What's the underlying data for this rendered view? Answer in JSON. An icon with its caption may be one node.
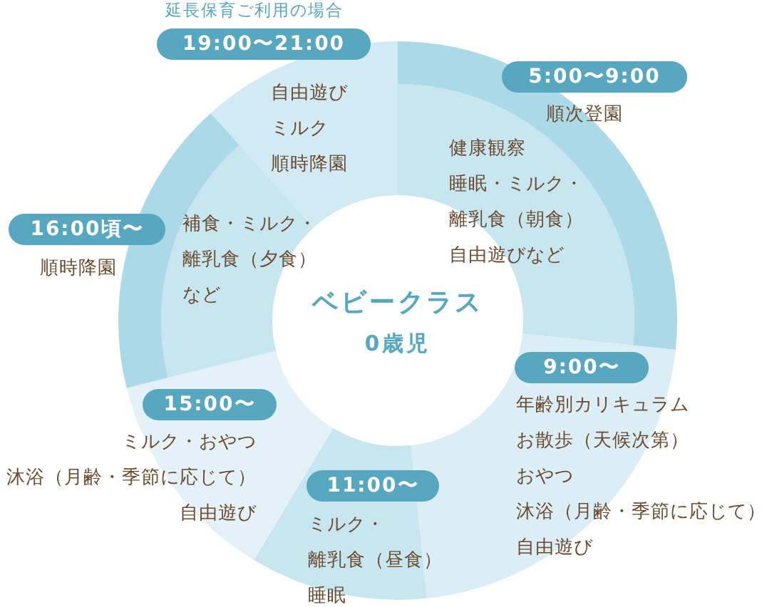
{
  "diagram": {
    "nodes": [
      {
        "text": [
          "19:00〜21:00"
        ],
        "beside": [
          "自由遊び",
          "ミルク",
          "順時降園"
        ]
      },
      {
        "text": [
          "5:00〜9:00"
        ],
        "beside": [
          "順次登園",
          "健康観察",
          "睡眠・ミルク・",
          "離乳食（朝食）",
          "自由遊びなど"
        ]
      },
      {
        "text": [
          "16:00頃〜"
        ],
        "beside": [
          "順時降園",
          "補食・ミルク・",
          "離乳食（夕食）",
          "など"
        ]
      },
      {
        "text": [
          "ベビークラス",
          "0歳児"
        ]
      },
      {
        "text": [
          "9:00〜"
        ],
        "beside": [
          "年齢別カリキュラム",
          "お散歩（天候次第）",
          "おやつ",
          "沐浴（月齢・季節に応じて）",
          "自由遊び"
        ]
      },
      {
        "text": [
          "15:00〜"
        ],
        "beside": [
          "ミルク・おやつ",
          "沐浴（月齢・季節に応じて）",
          "自由遊び"
        ]
      },
      {
        "text": [
          "11:00〜"
        ],
        "beside": [
          "ミルク・",
          "離乳食（昼食）",
          "睡眠"
        ]
      }
    ],
    "labels": [
      "延長保育ご利用の場合"
    ]
  }
}
